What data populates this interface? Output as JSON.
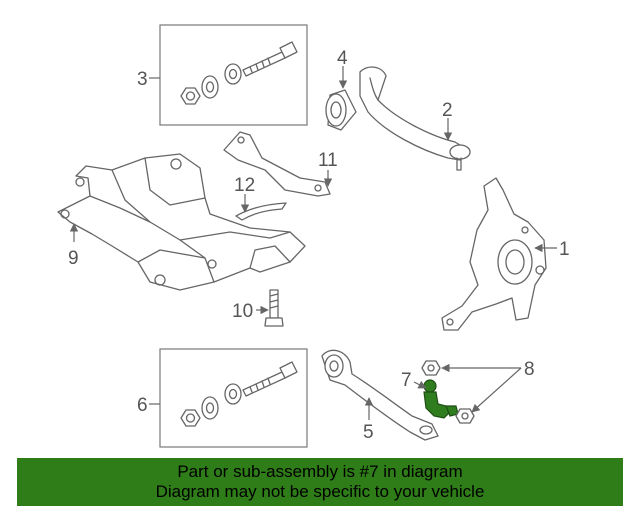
{
  "callouts": {
    "c1": "1",
    "c2": "2",
    "c3": "3",
    "c4": "4",
    "c5": "5",
    "c6": "6",
    "c7": "7",
    "c8": "8",
    "c9": "9",
    "c10": "10",
    "c11": "11",
    "c12": "12"
  },
  "banner": {
    "line1": "Part or sub-assembly is #7 in diagram",
    "line2": "Diagram may not be specific to your vehicle"
  },
  "colors": {
    "banner_bg": "#2e7d18",
    "highlight_part": "#2f7d1f",
    "line": "#666666"
  }
}
